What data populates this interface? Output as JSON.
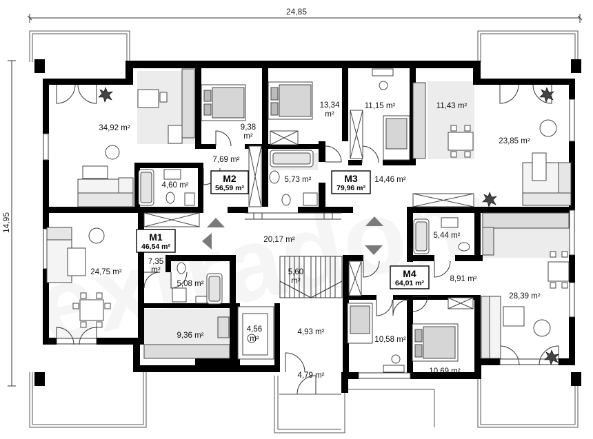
{
  "dimensions": {
    "width_label": "24,85",
    "height_label": "14,95"
  },
  "watermark": "extradom",
  "units": {
    "m2": "m²"
  },
  "apartments": [
    {
      "id": "M1",
      "label": "M1",
      "area": "46,54 m²"
    },
    {
      "id": "M2",
      "label": "M2",
      "area": "56,59 m²"
    },
    {
      "id": "M3",
      "label": "M3",
      "area": "79,96 m²"
    },
    {
      "id": "M4",
      "label": "M4",
      "area": "64,01 m²"
    }
  ],
  "rooms": [
    {
      "id": "r1",
      "area": "34,92 m²"
    },
    {
      "id": "r2",
      "value": "9,38",
      "unit": "m²"
    },
    {
      "id": "r3",
      "value": "13,34",
      "unit": "m²"
    },
    {
      "id": "r4",
      "area": "11,15 m²"
    },
    {
      "id": "r5",
      "area": "11,43 m²"
    },
    {
      "id": "r6",
      "area": "23,85 m²"
    },
    {
      "id": "r7",
      "area": "7,69 m²"
    },
    {
      "id": "r8",
      "area": "4,60 m²"
    },
    {
      "id": "r9",
      "area": "5,73 m²"
    },
    {
      "id": "r10",
      "area": "14,46 m²"
    },
    {
      "id": "r11",
      "area": "20,17 m²"
    },
    {
      "id": "r12",
      "area": "24,75 m²"
    },
    {
      "id": "r13",
      "value": "7,35",
      "unit": "m²"
    },
    {
      "id": "r14",
      "area": "5,08 m²"
    },
    {
      "id": "r15",
      "value": "5,60",
      "unit": "m²"
    },
    {
      "id": "r16",
      "area": "5,44 m²"
    },
    {
      "id": "r17",
      "area": "8,91 m²"
    },
    {
      "id": "r18",
      "area": "28,39 m²"
    },
    {
      "id": "r19",
      "area": "9,36 m²"
    },
    {
      "id": "r20",
      "value": "4,56",
      "unit": "m²"
    },
    {
      "id": "r21",
      "area": "4,93 m²"
    },
    {
      "id": "r22",
      "area": "10,58 m²"
    },
    {
      "id": "r23",
      "area": "10,69 m²"
    },
    {
      "id": "r24",
      "area": "4,79 m²"
    }
  ]
}
